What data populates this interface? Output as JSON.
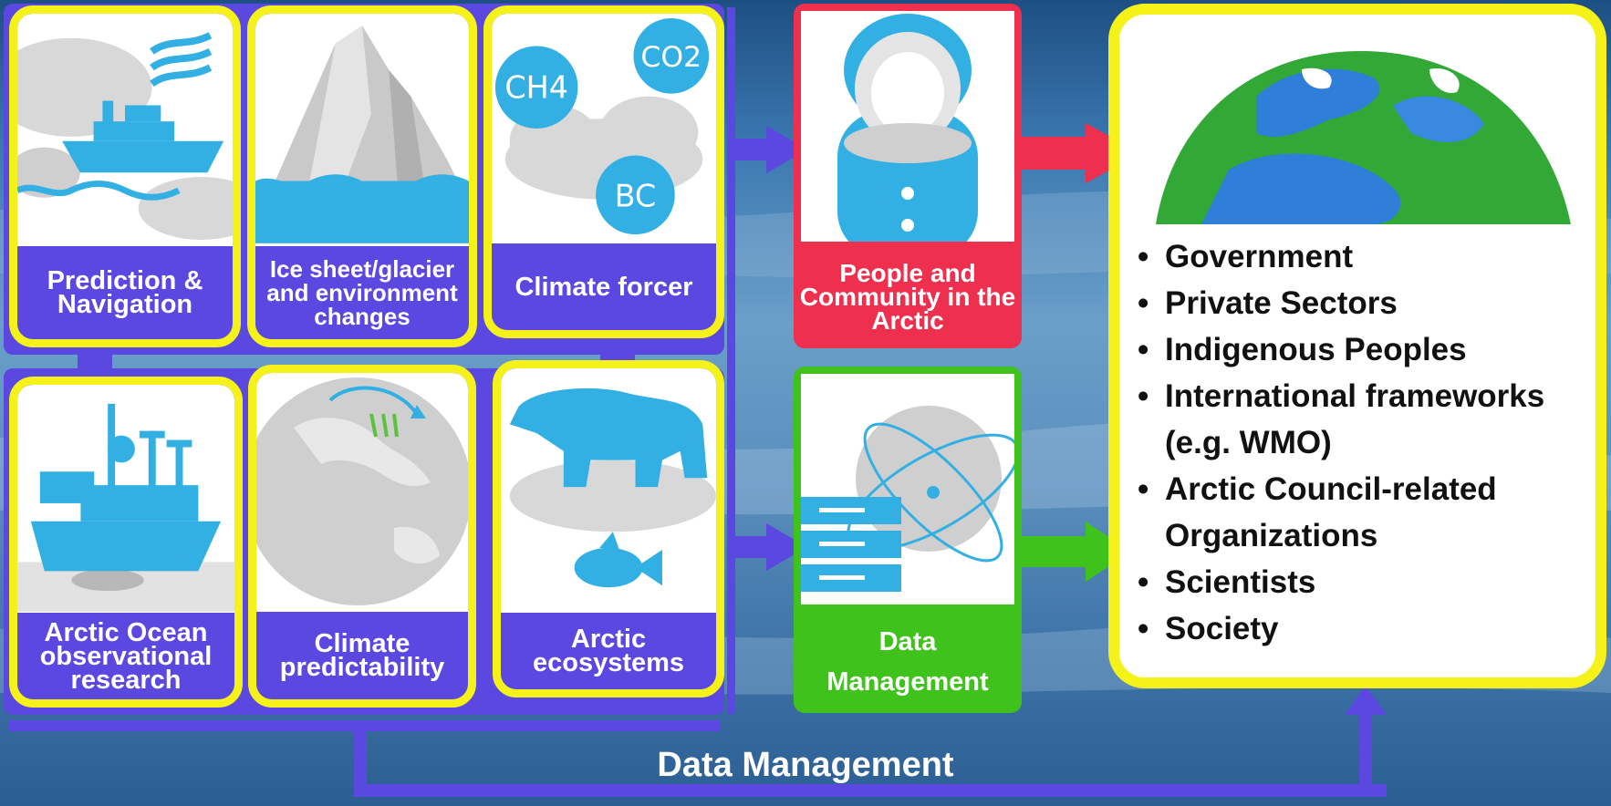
{
  "topics": [
    {
      "id": "prediction",
      "label": "Prediction & Navigation",
      "icon": "ship-icon"
    },
    {
      "id": "ice",
      "label": "Ice sheet/glacier and environment changes",
      "icon": "iceberg-icon"
    },
    {
      "id": "forcer",
      "label": "Climate forcer",
      "icon": "gas-clouds-icon",
      "gases": [
        "CH4",
        "CO2",
        "BC"
      ]
    },
    {
      "id": "observational",
      "label": "Arctic Ocean observational research",
      "icon": "research-vessel-icon"
    },
    {
      "id": "predictability",
      "label": "Climate predictability",
      "icon": "globe-icon"
    },
    {
      "id": "ecosystems",
      "label": "Arctic ecosystems",
      "icon": "polar-bear-icon"
    }
  ],
  "people": {
    "label": "People and Community in the Arctic",
    "icon": "parka-person-icon"
  },
  "data_management_box": {
    "label": "Data Management",
    "icon": "server-globe-icon"
  },
  "audience": {
    "icon": "earth-hemisphere-icon",
    "items": [
      "Government",
      "Private Sectors",
      "Indigenous Peoples",
      "International frameworks (e.g. WMO)",
      "Arctic Council-related Organizations",
      "Scientists",
      "Society"
    ],
    "bullet": "•"
  },
  "bottom_label": "Data Management",
  "colors": {
    "purple": "#5a48e0",
    "yellow": "#f5f21a",
    "red": "#ee2f4d",
    "green": "#3fc21c",
    "icon_blue": "#33b0e3",
    "grey": "#c9c9c9"
  }
}
